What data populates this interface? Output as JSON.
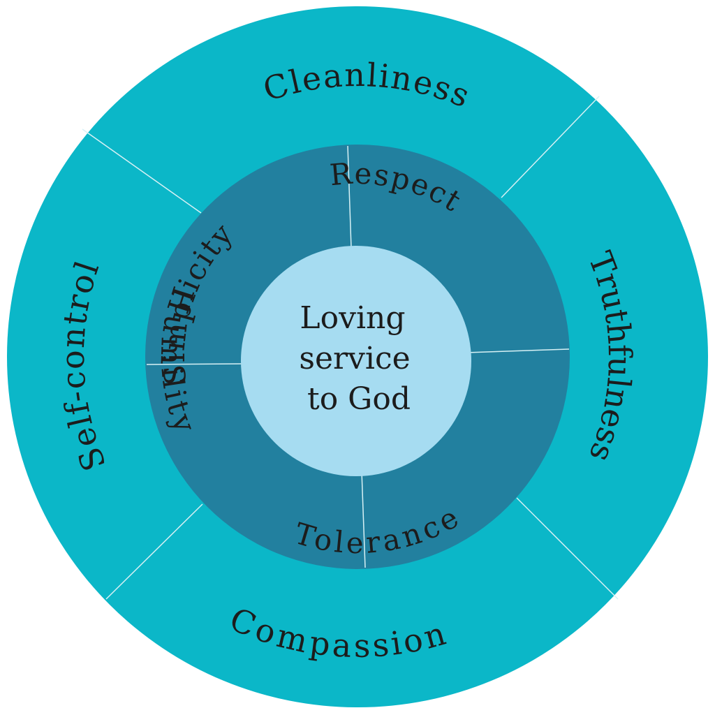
{
  "center": {
    "lines": [
      "Loving",
      "service",
      "to God"
    ]
  },
  "inner_ring": [
    {
      "label": "Simplicity"
    },
    {
      "label": "Respect"
    },
    {
      "label": "Tolerance"
    },
    {
      "label": "Humility"
    }
  ],
  "outer_ring": [
    {
      "label": "Cleanliness"
    },
    {
      "label": "Truthfulness"
    },
    {
      "label": "Compassion"
    },
    {
      "label": "Self-control"
    }
  ],
  "colors": {
    "outer": "#0bb7c8",
    "inner": "#22809f",
    "center": "#a6dcf1",
    "divider": "#d8f1f5",
    "text": "#1c1c1c"
  }
}
